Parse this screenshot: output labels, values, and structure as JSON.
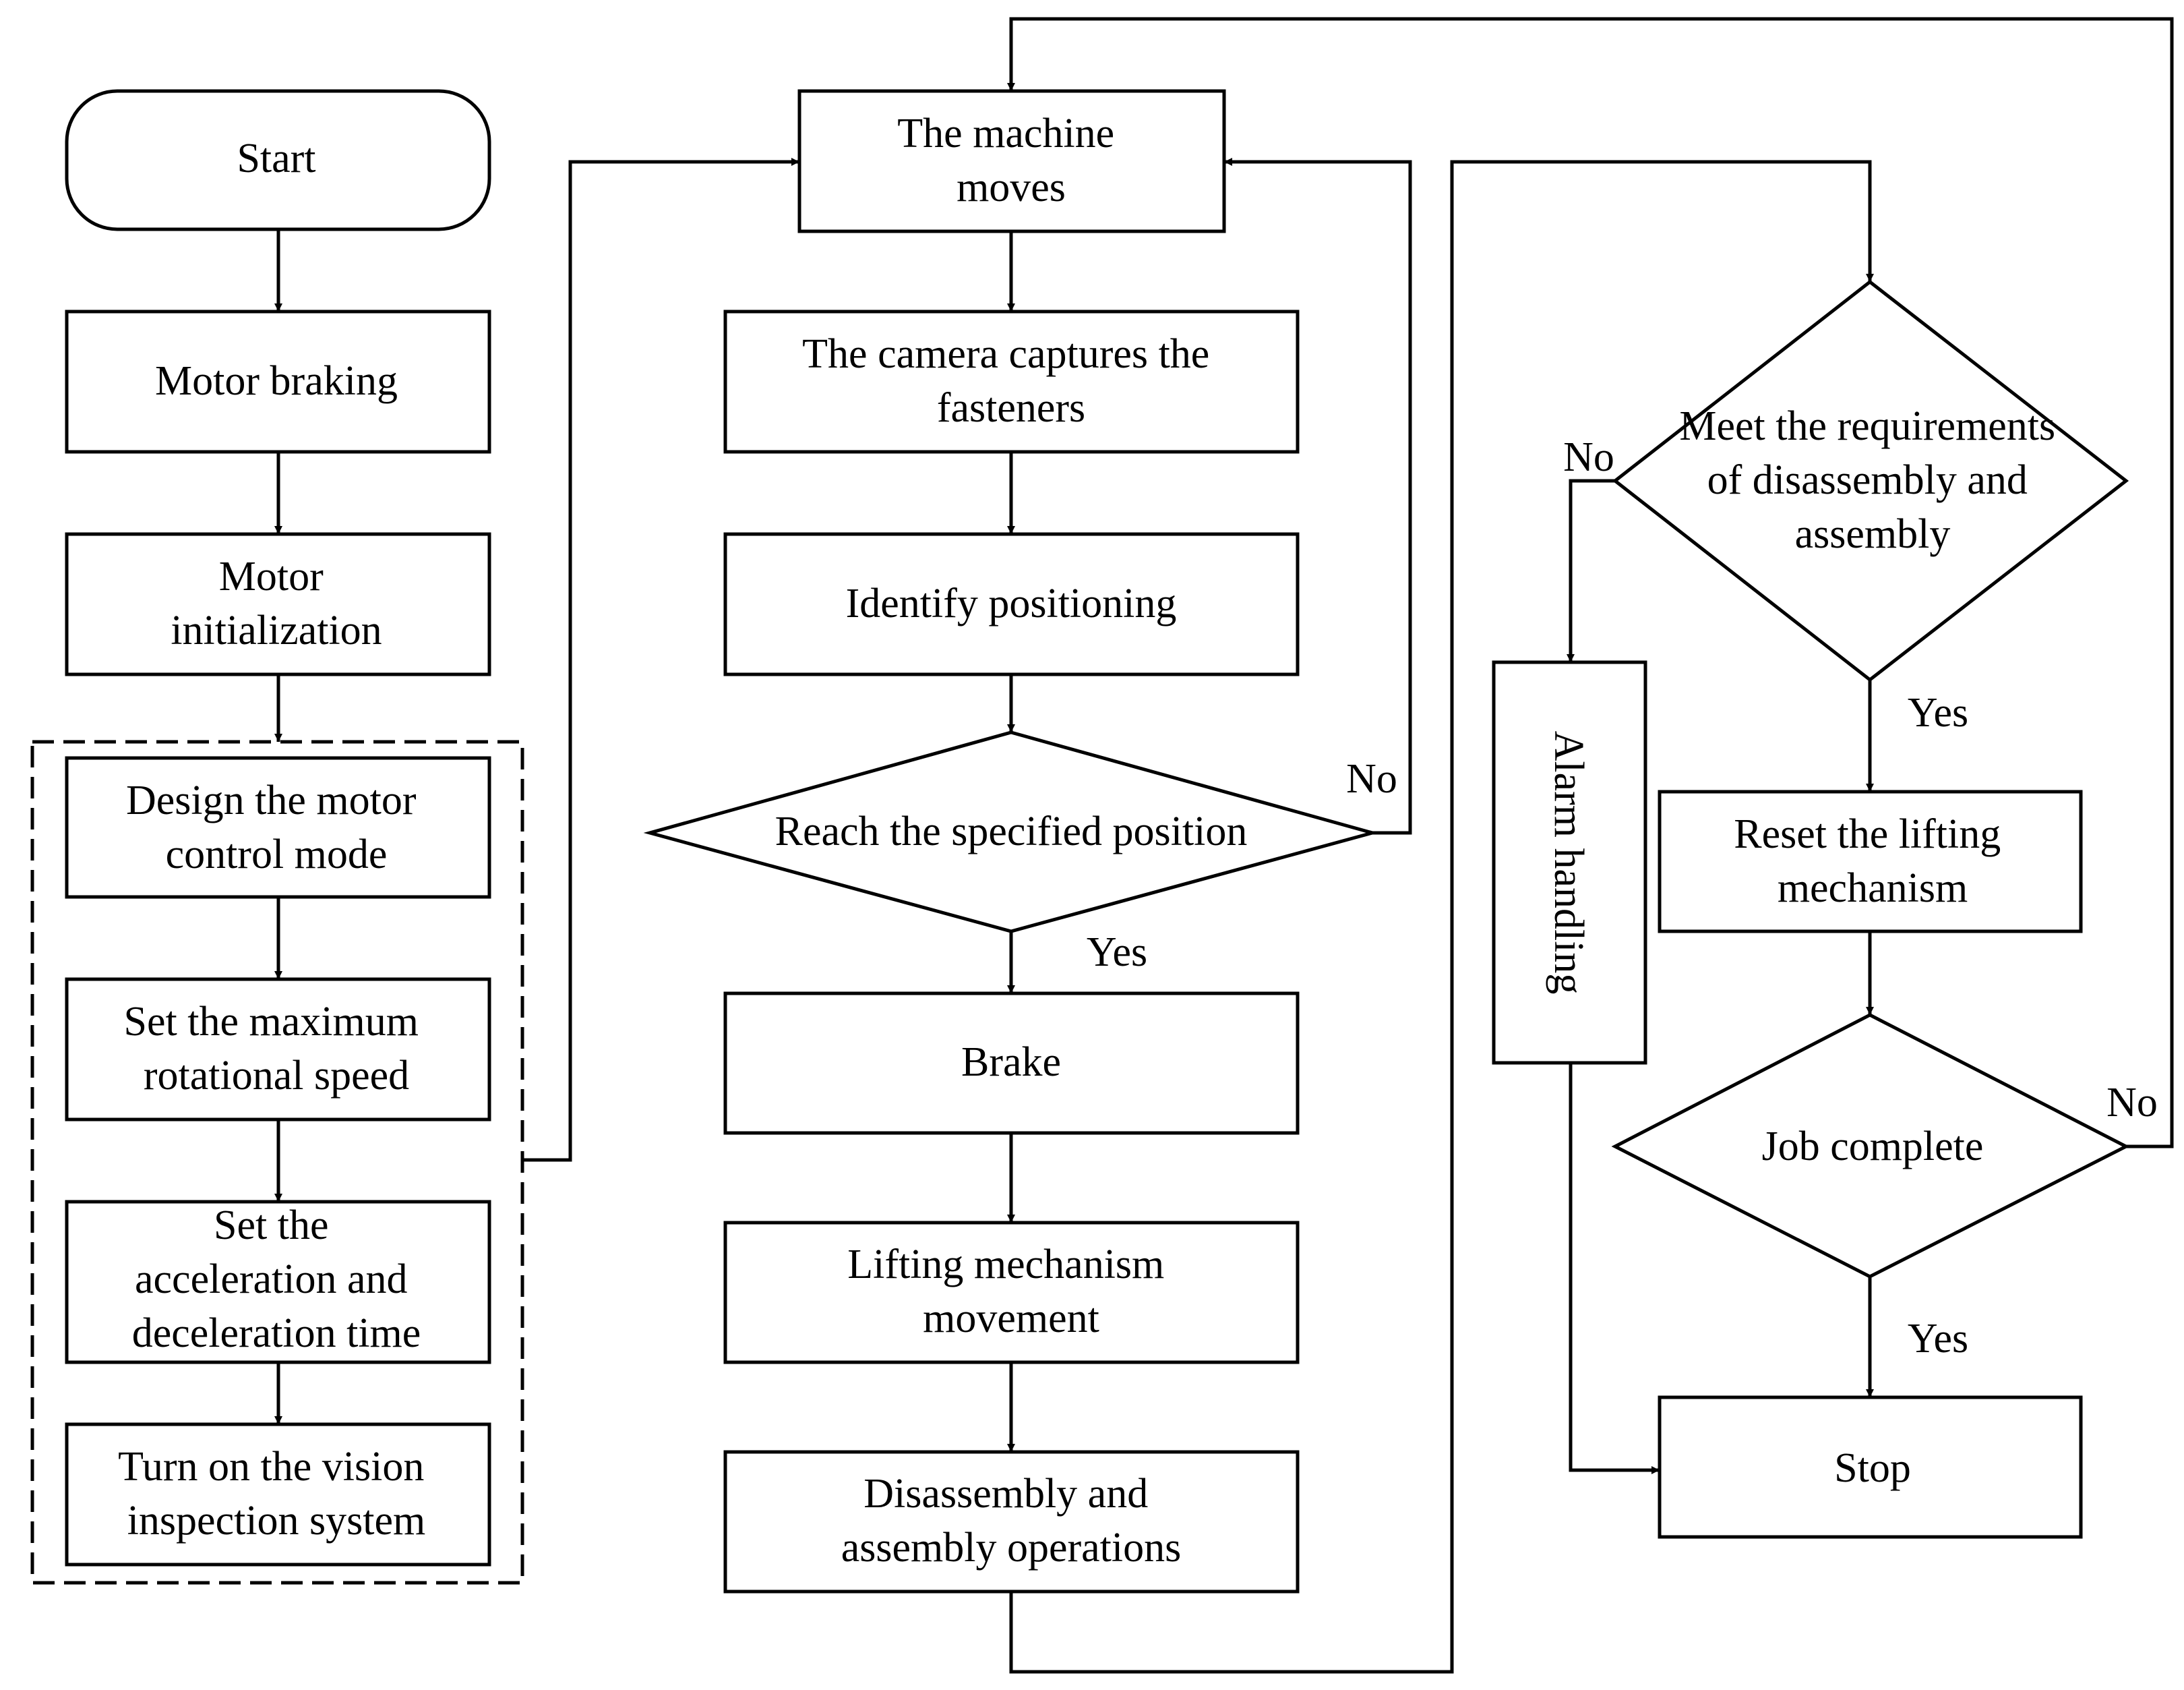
{
  "nodes": {
    "start": [
      "Start"
    ],
    "motor_braking": [
      "Motor braking"
    ],
    "motor_init": [
      "Motor",
      "initialization"
    ],
    "design_mode": [
      "Design the motor",
      "control mode"
    ],
    "max_speed": [
      "Set the maximum",
      "rotational speed"
    ],
    "accel_time": [
      "Set the",
      "acceleration and",
      "deceleration time"
    ],
    "vision": [
      "Turn on the vision",
      "inspection system"
    ],
    "machine_moves": [
      "The machine",
      "moves"
    ],
    "camera": [
      "The camera captures the",
      "fasteners"
    ],
    "identify": [
      "Identify positioning"
    ],
    "reach": [
      "Reach the specified position"
    ],
    "brake": [
      "Brake"
    ],
    "lifting": [
      "Lifting mechanism",
      "movement"
    ],
    "disassembly": [
      "Disassembly and",
      "assembly operations"
    ],
    "meet": [
      "Meet the requirements",
      "of disassembly and",
      "assembly"
    ],
    "alarm": [
      "Alarm handling"
    ],
    "reset": [
      "Reset the lifting",
      "mechanism"
    ],
    "job": [
      "Job complete"
    ],
    "stop": [
      "Stop"
    ]
  },
  "conditions": {
    "reach_no": "No",
    "reach_yes": "Yes",
    "meet_no": "No",
    "meet_yes": "Yes",
    "job_no": "No",
    "job_yes": "Yes"
  }
}
